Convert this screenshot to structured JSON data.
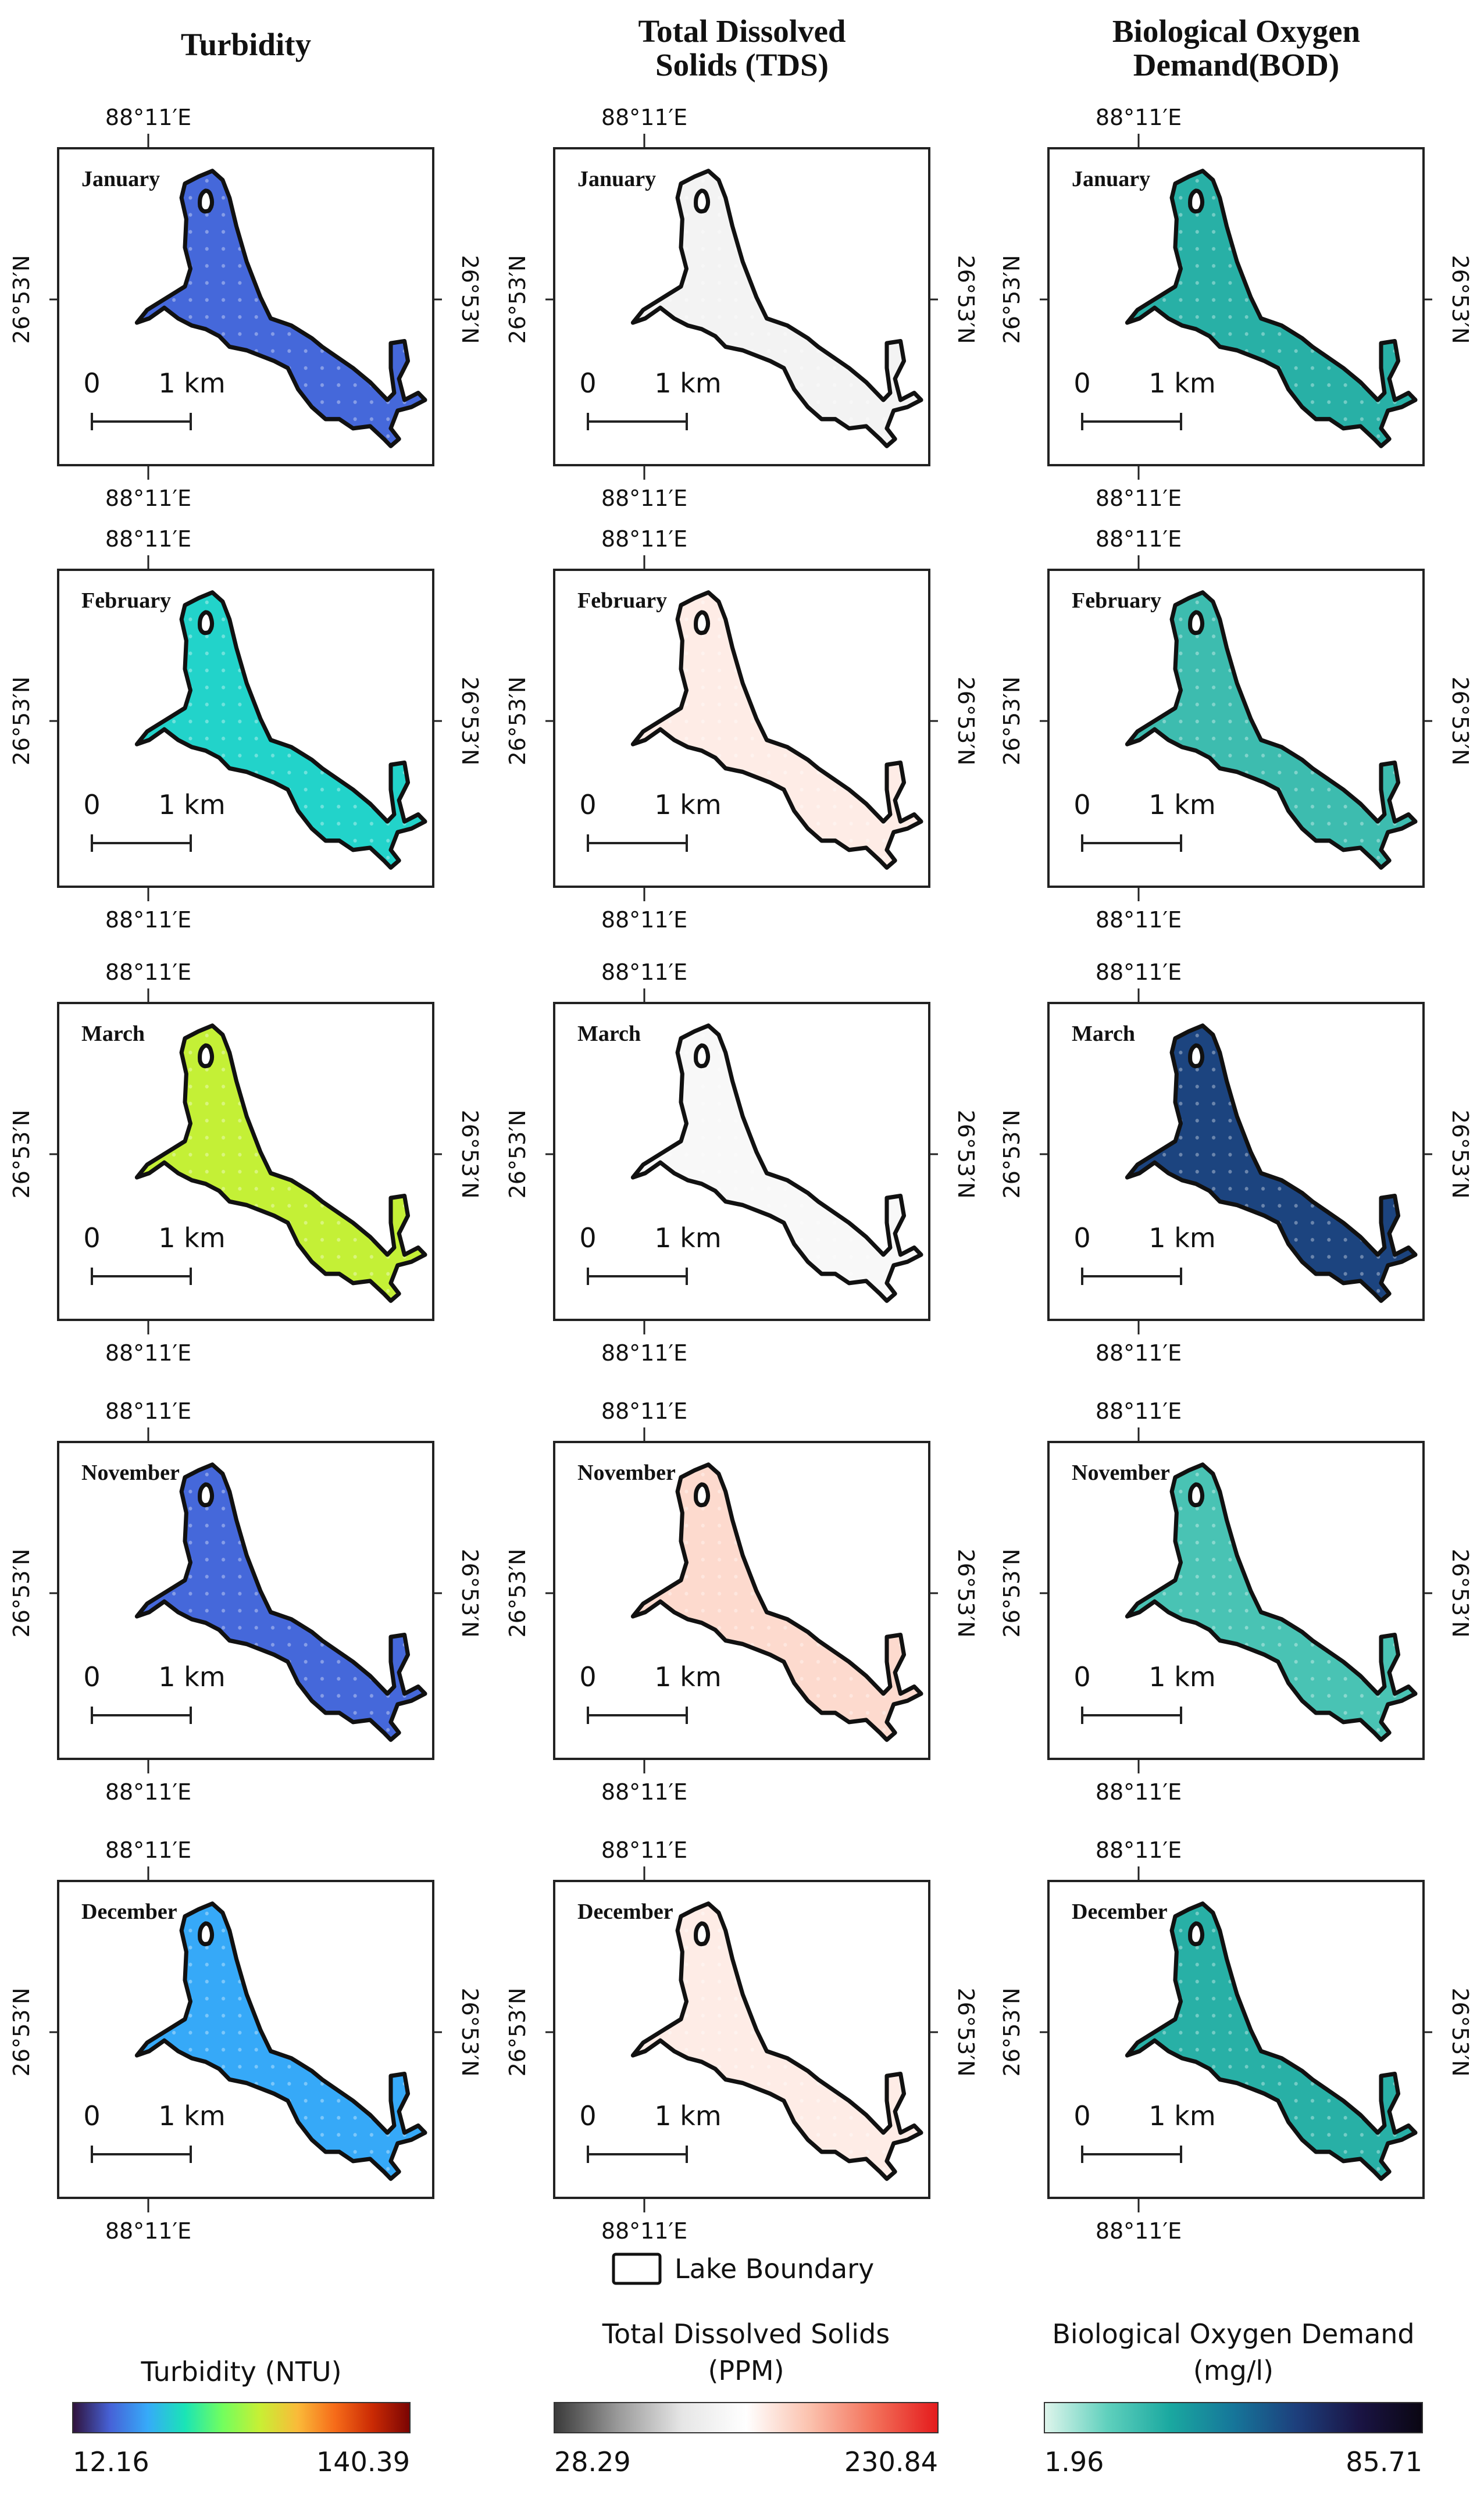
{
  "columns": [
    {
      "key": "turbidity",
      "title_lines": [
        "Turbidity"
      ],
      "scheme": "turbo"
    },
    {
      "key": "tds",
      "title_lines": [
        "Total Dissolved",
        "Solids (TDS)"
      ],
      "scheme": "grey_red"
    },
    {
      "key": "bod",
      "title_lines": [
        "Biological Oxygen",
        "Demand(BOD)"
      ],
      "scheme": "teal_dark"
    }
  ],
  "months": [
    "January",
    "February",
    "March",
    "November",
    "December"
  ],
  "map_labels": {
    "lon": "88°11′E",
    "lat": "26°53′N",
    "scale_zero": "0",
    "scale_km": "1 km"
  },
  "mean_levels": {
    "turbidity": [
      0.12,
      0.3,
      0.55,
      0.12,
      0.22
    ],
    "tds": [
      0.42,
      0.55,
      0.45,
      0.6,
      0.55
    ],
    "bod": [
      0.3,
      0.25,
      0.65,
      0.22,
      0.3
    ]
  },
  "boundary_legend": {
    "label": "Lake Boundary"
  },
  "legends": [
    {
      "key": "turbidity",
      "title_lines": [
        "Turbidity (NTU)"
      ],
      "min": "12.16",
      "max": "140.39",
      "stops": [
        "#30123b",
        "#4662d7",
        "#36aaf9",
        "#1ae4b6",
        "#72fe5e",
        "#c8ef34",
        "#faba39",
        "#f66b19",
        "#ca2a04",
        "#7a0403"
      ]
    },
    {
      "key": "tds",
      "title_lines": [
        "Total Dissolved Solids",
        "(PPM)"
      ],
      "min": "28.29",
      "max": "230.84",
      "stops": [
        "#3a3a3a",
        "#9a9a9a",
        "#e6e6e6",
        "#ffffff",
        "#fbc1ad",
        "#f3715a",
        "#e41a1c"
      ]
    },
    {
      "key": "bod",
      "title_lines": [
        "Biological Oxygen Demand",
        "(mg/l)"
      ],
      "min": "1.96",
      "max": "85.71",
      "stops": [
        "#dff5ec",
        "#5fd0bd",
        "#1aa8a0",
        "#16769a",
        "#1d3f7c",
        "#1a1444",
        "#0a0612"
      ]
    }
  ]
}
